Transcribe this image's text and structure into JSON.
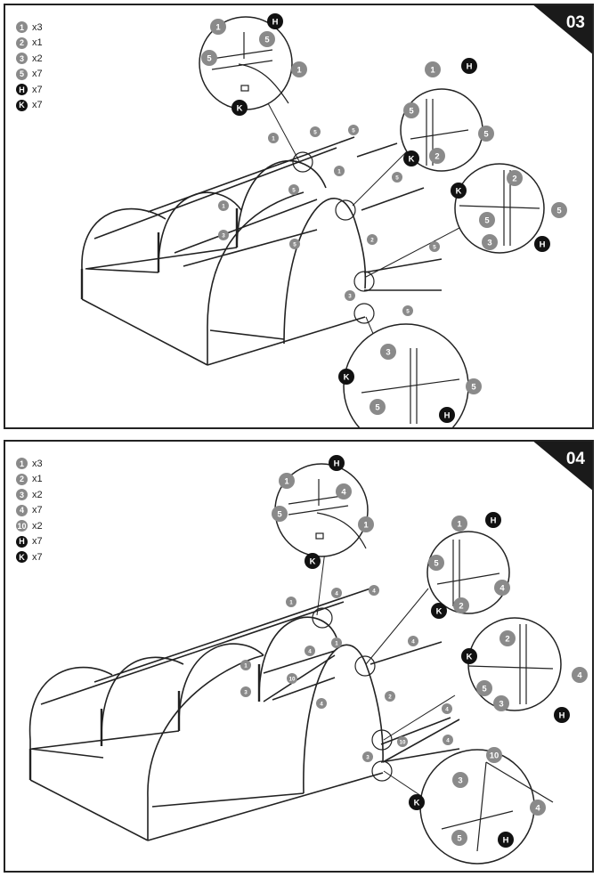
{
  "steps": [
    {
      "number": "03",
      "legend": [
        {
          "id": "1",
          "qty": "x3",
          "kind": "part"
        },
        {
          "id": "2",
          "qty": "x1",
          "kind": "part"
        },
        {
          "id": "3",
          "qty": "x2",
          "kind": "part"
        },
        {
          "id": "5",
          "qty": "x7",
          "kind": "part"
        },
        {
          "id": "H",
          "qty": "x7",
          "kind": "hardware"
        },
        {
          "id": "K",
          "qty": "x7",
          "kind": "hardware"
        }
      ]
    },
    {
      "number": "04",
      "legend": [
        {
          "id": "1",
          "qty": "x3",
          "kind": "part"
        },
        {
          "id": "2",
          "qty": "x1",
          "kind": "part"
        },
        {
          "id": "3",
          "qty": "x2",
          "kind": "part"
        },
        {
          "id": "4",
          "qty": "x7",
          "kind": "part"
        },
        {
          "id": "10",
          "qty": "x2",
          "kind": "part"
        },
        {
          "id": "H",
          "qty": "x7",
          "kind": "hardware"
        },
        {
          "id": "K",
          "qty": "x7",
          "kind": "hardware"
        }
      ]
    }
  ],
  "callout_labels": {
    "p1": "1",
    "p2": "2",
    "p3": "3",
    "p4": "4",
    "p5": "5",
    "p10": "10",
    "H": "H",
    "K": "K"
  },
  "colors": {
    "part_badge": "#8a8a8a",
    "hardware_badge": "#111111",
    "line": "#222222"
  }
}
